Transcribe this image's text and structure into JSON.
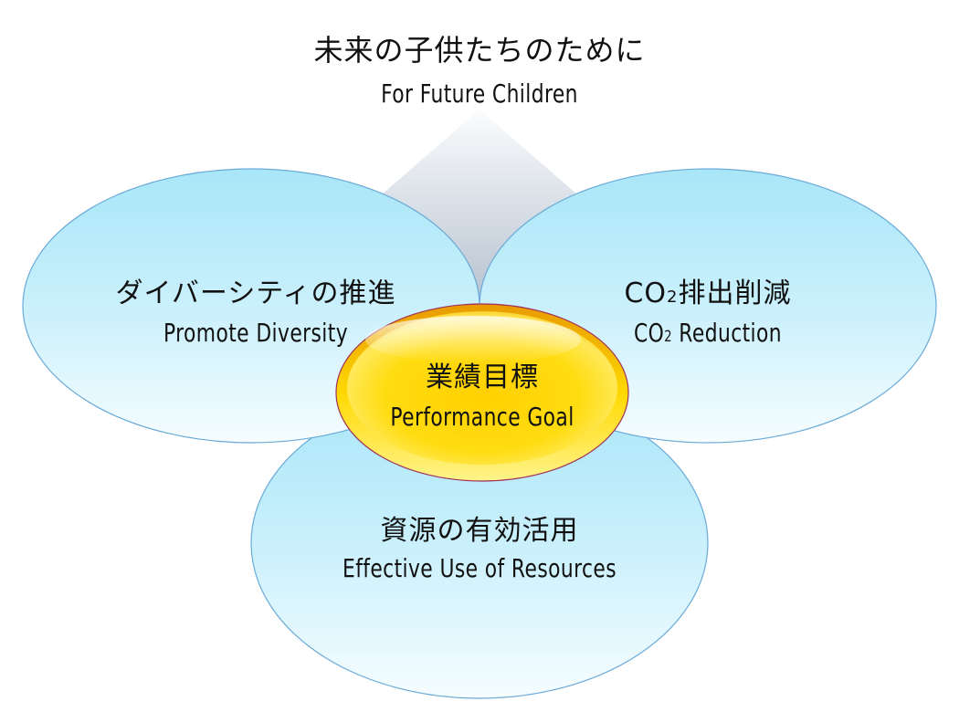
{
  "title": {
    "jp": "未来の子供たちのために",
    "en": "For Future Children"
  },
  "nodes": {
    "left": {
      "jp": "ダイバーシティの推進",
      "en": "Promote Diversity"
    },
    "right": {
      "jp_prefix": "CO",
      "jp_sub": "2",
      "jp_suffix": "排出削減",
      "en_prefix": "CO",
      "en_sub": "2",
      "en_suffix": " Reduction"
    },
    "bottom": {
      "jp": "資源の有効活用",
      "en": "Effective Use of Resources"
    },
    "center": {
      "jp": "業績目標",
      "en": "Performance Goal"
    }
  },
  "colors": {
    "bubble_top": "#a8e6f8",
    "bubble_bottom": "#f4fcff",
    "bubble_stroke": "#6aaad8",
    "funnel_top": "#f8f9fb",
    "funnel_bottom": "#b9c4d1",
    "center_fill": "#ffd400",
    "center_light": "#fff47a",
    "center_stroke": "#a0305a"
  }
}
